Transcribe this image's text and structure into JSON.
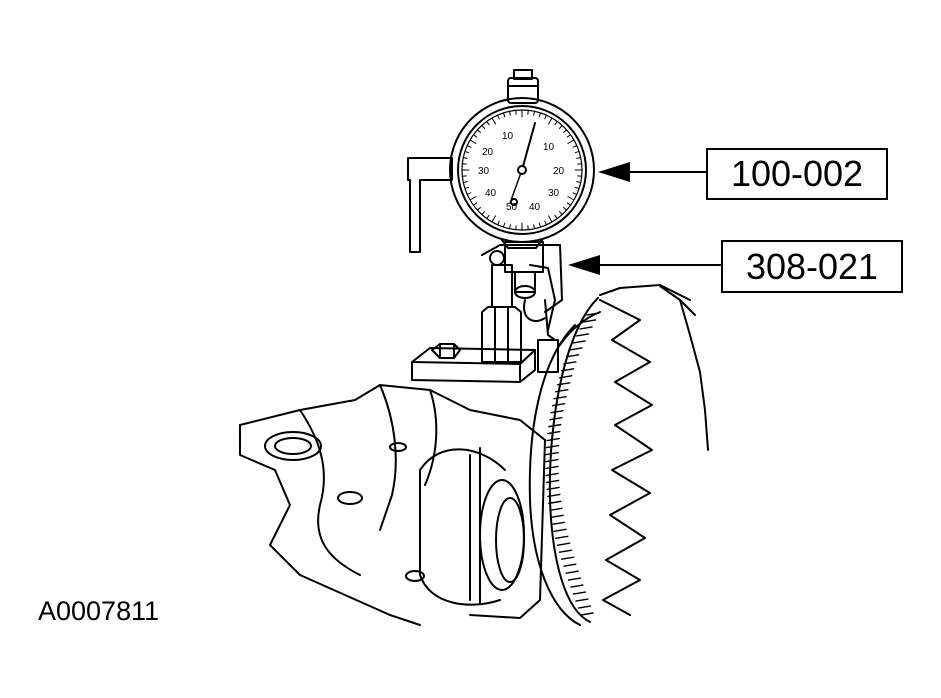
{
  "callouts": [
    {
      "label": "100-002"
    },
    {
      "label": "308-021"
    }
  ],
  "figure_id": "A0007811",
  "dial": {
    "inner_numbers": [
      "10",
      "20",
      "30",
      "40",
      "50"
    ],
    "outer_numbers": [
      "10",
      "20",
      "30",
      "40"
    ]
  }
}
